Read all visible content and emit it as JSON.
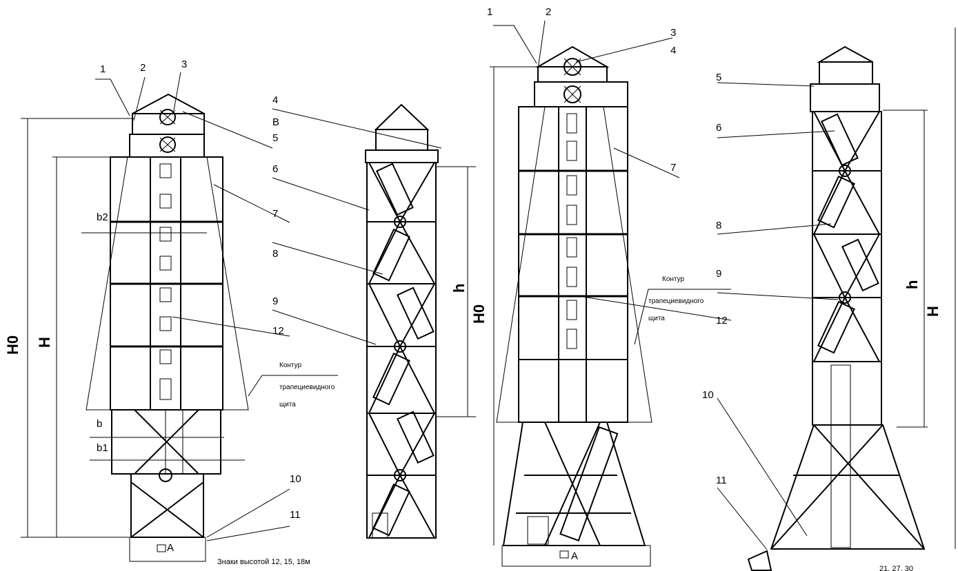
{
  "callouts": {
    "n1": "1",
    "n2": "2",
    "n3": "3",
    "n4": "4",
    "n5": "5",
    "n6": "6",
    "n7": "7",
    "n8": "8",
    "n9": "9",
    "n10": "10",
    "n11": "11",
    "n12": "12",
    "B": "В"
  },
  "dims": {
    "H0": "H0",
    "H": "H",
    "h": "h",
    "b": "b",
    "b1": "b1",
    "b2": "b2",
    "A": "A"
  },
  "notes": {
    "contour_line1": "Контур",
    "contour_line2": "трапециевидного",
    "contour_line3": "щита",
    "caption_left": "Знаки высотой 12, 15, 18м",
    "caption_right": "21, 27, 30"
  }
}
